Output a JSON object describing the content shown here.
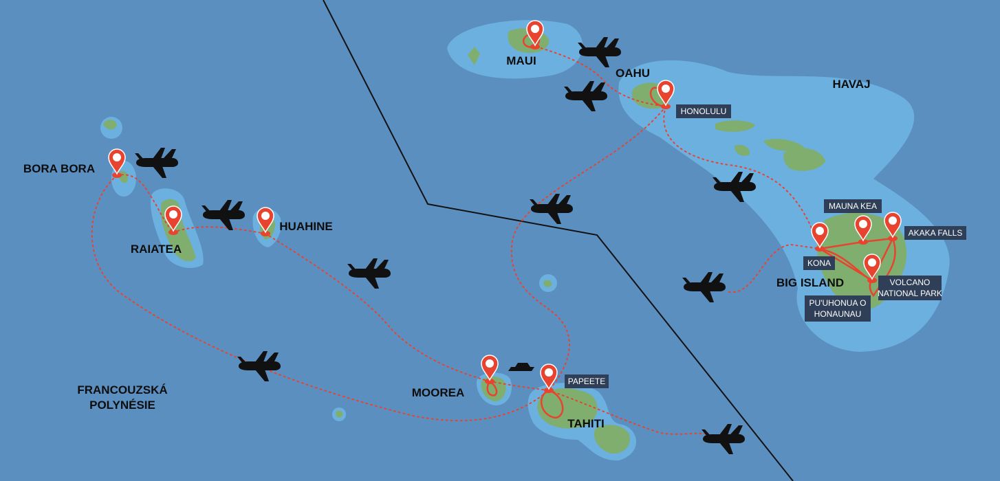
{
  "regions": {
    "hawaii": "HAVAJ",
    "polynesia_line1": "FRANCOUZSKÁ",
    "polynesia_line2": "POLYNÉSIE"
  },
  "islands": {
    "maui": "MAUI",
    "oahu": "OAHU",
    "big_island": "BIG ISLAND",
    "bora_bora": "BORA BORA",
    "raiatea": "RAIATEA",
    "huahine": "HUAHINE",
    "moorea": "MOOREA",
    "tahiti": "TAHITI"
  },
  "places": {
    "honolulu": "HONOLULU",
    "mauna_kea": "MAUNA KEA",
    "akaka_falls": "AKAKA FALLS",
    "kona": "KONA",
    "volcano_line1": "VOLCANO",
    "volcano_line2": "NATIONAL PARK",
    "puuhonua_line1": "PU'UHONUA O",
    "puuhonua_line2": "HONAUNAU",
    "papeete": "PAPEETE"
  },
  "colors": {
    "ocean": "#5b8fc0",
    "shallow": "#6cb0e0",
    "land": "#7fae6f",
    "route": "#e8432e",
    "tag": "#2f3f57"
  },
  "icons": [
    "map-pin-icon",
    "airplane-icon",
    "ferry-icon"
  ]
}
